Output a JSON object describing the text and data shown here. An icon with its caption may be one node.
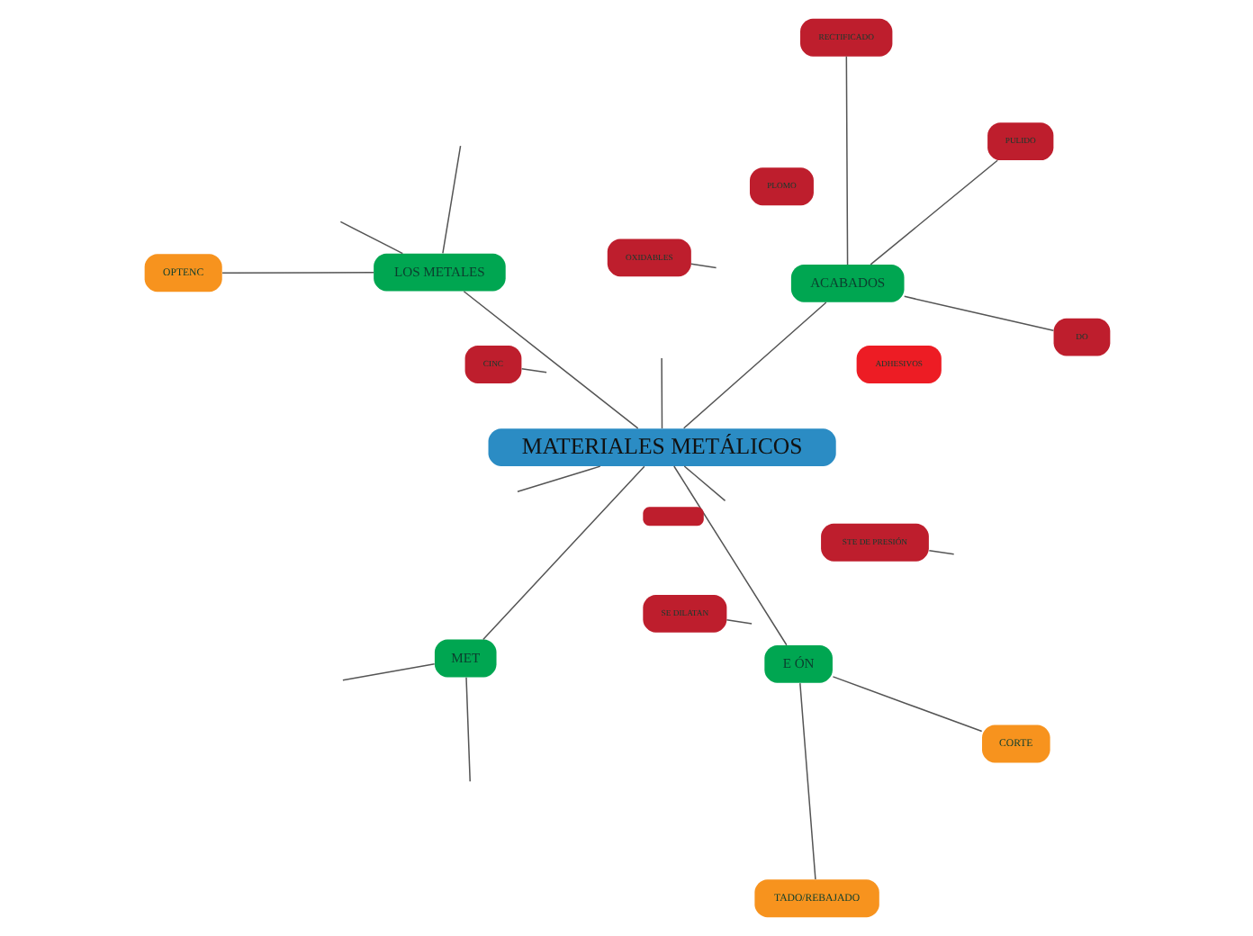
{
  "diagram": {
    "nodes": [
      {
        "text": [
          "MATERIALES METÁLICOS"
        ]
      },
      {
        "text": [
          "ACABADOS"
        ]
      },
      {
        "text": [
          "DO"
        ]
      },
      {
        "text": [
          "RECTIFICADO"
        ]
      },
      {
        "text": [
          "PULIDO"
        ]
      },
      {
        "text": [],
        "shape": "box"
      },
      {
        "text": [
          "SE DILATAN"
        ]
      },
      {
        "text": [
          "OXIDABLES"
        ]
      },
      {
        "text": [
          "LOS METALES"
        ]
      },
      {
        "text": [
          "OPTENC"
        ]
      },
      {
        "text": [
          "CORTE"
        ]
      },
      {
        "text": [
          "E ÓN"
        ]
      },
      {
        "text": [
          "TADO/REBAJADO"
        ]
      },
      {
        "text": [
          "STE DE PRESIÓN"
        ]
      },
      {
        "text": [
          "ADHESIVOS"
        ]
      },
      {
        "text": [
          "MET"
        ]
      },
      {
        "text": [
          "CINC"
        ]
      },
      {
        "text": [
          "PLOMO"
        ]
      }
    ],
    "edges": [
      {
        "from": 0,
        "to": 1,
        "arrow": "none"
      },
      {
        "from": 0,
        "to": 8,
        "arrow": "none"
      },
      {
        "from": 0,
        "to": 11,
        "arrow": "none"
      },
      {
        "from": 0,
        "to": 15,
        "arrow": "none"
      },
      {
        "from": 1,
        "to": 2,
        "arrow": "none"
      },
      {
        "from": 1,
        "to": 3,
        "arrow": "none"
      },
      {
        "from": 1,
        "to": 4,
        "arrow": "none"
      },
      {
        "from": 8,
        "to": 9,
        "arrow": "none"
      },
      {
        "from": 11,
        "to": 10,
        "arrow": "none"
      },
      {
        "from": 11,
        "to": 12,
        "arrow": "none"
      },
      {
        "from": 0,
        "to": null,
        "arrow": "none"
      },
      {
        "from": 0,
        "to": null,
        "arrow": "none"
      },
      {
        "from": 0,
        "to": null,
        "arrow": "none"
      },
      {
        "from": 8,
        "to": null,
        "arrow": "none"
      },
      {
        "from": 8,
        "to": null,
        "arrow": "none"
      },
      {
        "from": 6,
        "to": null,
        "arrow": "none"
      },
      {
        "from": 7,
        "to": null,
        "arrow": "none"
      },
      {
        "from": 15,
        "to": null,
        "arrow": "none"
      },
      {
        "from": 15,
        "to": null,
        "arrow": "none"
      },
      {
        "from": 16,
        "to": null,
        "arrow": "none"
      },
      {
        "from": 13,
        "to": null,
        "arrow": "none"
      }
    ]
  }
}
